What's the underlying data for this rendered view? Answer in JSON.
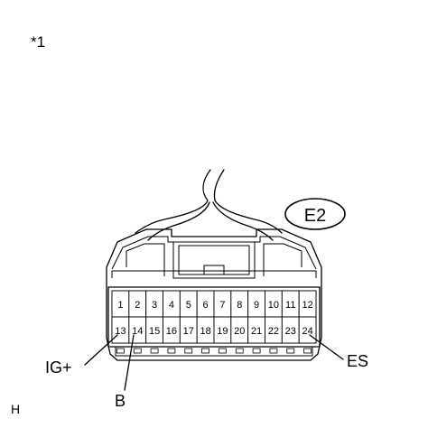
{
  "marker": "*1",
  "connector_code": "E2",
  "row1_pins": [
    "1",
    "2",
    "3",
    "4",
    "5",
    "6",
    "7",
    "8",
    "9",
    "10",
    "11",
    "12"
  ],
  "row2_pins": [
    "13",
    "14",
    "15",
    "16",
    "17",
    "18",
    "19",
    "20",
    "21",
    "22",
    "23",
    "24"
  ],
  "callouts": {
    "ig_plus": "IG+",
    "b": "B",
    "es": "ES"
  },
  "corner_code": "H"
}
